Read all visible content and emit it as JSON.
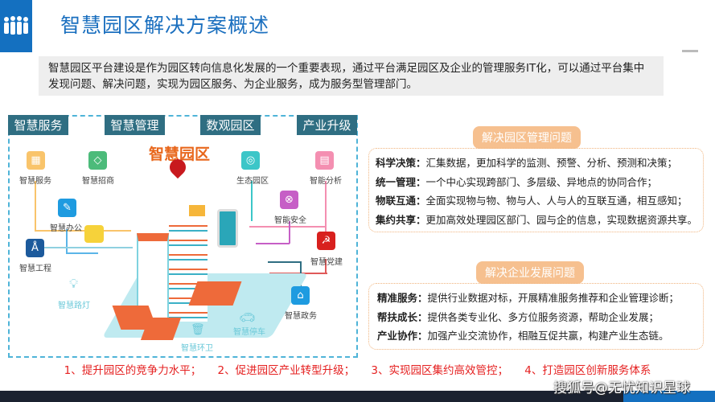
{
  "header": {
    "title": "智慧园区解决方案概述",
    "logo_icon": "people-group-icon",
    "accent": "#1470c0"
  },
  "intro": {
    "text": "智慧园区平台建设是作为园区转向信息化发展的一个重要表现，通过平台满足园区及企业的管理服务IT化，可以通过平台集中发现问题、解决问题，实现为园区服务、为企业服务，成为服务型管理部门。"
  },
  "diagram": {
    "tabs": [
      "智慧服务",
      "智慧管理",
      "数观园区",
      "产业升级"
    ],
    "center_title": "智慧园区",
    "modules": [
      {
        "label": "智慧服务",
        "icon": "shopping-cart-icon",
        "color": "#f9c46b"
      },
      {
        "label": "智慧招商",
        "icon": "handshake-icon",
        "color": "#4cbb7a"
      },
      {
        "label": "智慧办公",
        "icon": "office-supplies-icon",
        "color": "#1e9be0"
      },
      {
        "label": "智慧工程",
        "icon": "compass-icon",
        "color": "#1c5a9c"
      },
      {
        "label": "生态园区",
        "icon": "eco-icon",
        "color": "#3cc6c8"
      },
      {
        "label": "智能分析",
        "icon": "analysis-icon",
        "color": "#f48fb1"
      },
      {
        "label": "智能安全",
        "icon": "security-lock-icon",
        "color": "#c65fc6"
      },
      {
        "label": "智慧党建",
        "icon": "party-emblem-icon",
        "color": "#d8201e"
      },
      {
        "label": "智慧政务",
        "icon": "government-building-icon",
        "color": "#1e9be0"
      },
      {
        "label": "智慧路灯",
        "icon": "lightbulb-icon",
        "color": "#6cc9d9"
      },
      {
        "label": "智慧停车",
        "icon": "car-parking-icon",
        "color": "#6cc9d9"
      },
      {
        "label": "智慧环卫",
        "icon": "trash-bin-icon",
        "color": "#6cc9d9"
      }
    ]
  },
  "management": {
    "title": "解决园区管理问题",
    "items": [
      {
        "key": "科学决策：",
        "text": "汇集数据，更加科学的监测、预警、分析、预测和决策；"
      },
      {
        "key": "统一管理：",
        "text": "一个中心实现跨部门、多层级、异地点的协同合作；"
      },
      {
        "key": "物联互通：",
        "text": "全面实现物与物、物与人、人与人的互联互通，相互感知；"
      },
      {
        "key": "集约共享：",
        "text": "更加高效处理园区部门、园与企的信息，实现数据资源共享。"
      }
    ]
  },
  "enterprise": {
    "title": "解决企业发展问题",
    "items": [
      {
        "key": "精准服务：",
        "text": "提供行业数据对标，开展精准服务推荐和企业管理诊断；"
      },
      {
        "key": "帮扶成长：",
        "text": "提供各类专业化、多方位服务资源，帮助企业发展；"
      },
      {
        "key": "产业协作：",
        "text": "加强产业交流协作，相融互促共赢，构建产业生态链。"
      }
    ]
  },
  "goals": [
    "1、提升园区的竞争力水平；",
    "2、促进园区产业转型升级；",
    "3、实现园区集约高效管控；",
    "4、打造园区创新服务体系"
  ],
  "watermark": "搜狐号@无忧知识星球"
}
